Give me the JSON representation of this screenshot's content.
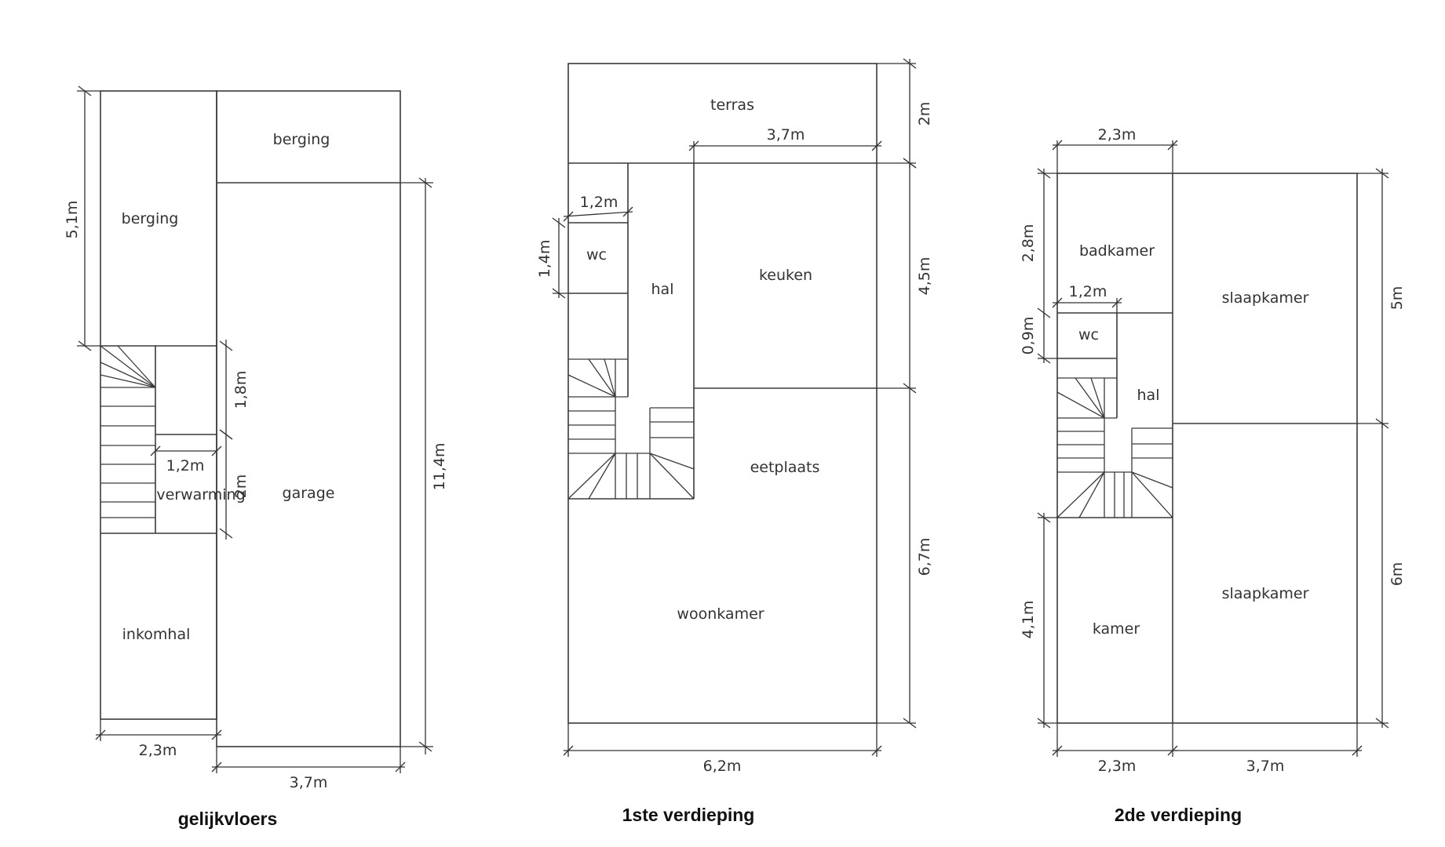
{
  "floors": {
    "ground": {
      "caption": "gelijkvloers",
      "rooms": {
        "berging_top": "berging",
        "berging_left": "berging",
        "verwarming": "verwarming",
        "garage": "garage",
        "inkomhal": "inkomhal"
      },
      "dims": {
        "height_berging": "5,1m",
        "height_stair_top": "1,8m",
        "width_verwarming": "1,2m",
        "height_verwarming": "2m",
        "height_total": "11,4m",
        "width_left": "2,3m",
        "width_garage": "3,7m"
      }
    },
    "first": {
      "caption": "1ste verdieping",
      "rooms": {
        "terras": "terras",
        "wc": "wc",
        "hal": "hal",
        "keuken": "keuken",
        "eetplaats": "eetplaats",
        "woonkamer": "woonkamer"
      },
      "dims": {
        "height_terras": "2m",
        "width_keuken": "3,7m",
        "width_wc": "1,2m",
        "height_wc": "1,4m",
        "height_keuken": "4,5m",
        "height_woon": "6,7m",
        "width_total": "6,2m"
      }
    },
    "second": {
      "caption": "2de verdieping",
      "rooms": {
        "badkamer": "badkamer",
        "wc": "wc",
        "hal": "hal",
        "slaapkamer_top": "slaapkamer",
        "slaapkamer_bottom": "slaapkamer",
        "kamer": "kamer"
      },
      "dims": {
        "width_badkamer": "2,3m",
        "height_badkamer": "2,8m",
        "width_wc": "1,2m",
        "height_wc": "0,9m",
        "height_slaap_top": "5m",
        "height_slaap_bottom": "6m",
        "height_kamer": "4,1m",
        "width_left": "2,3m",
        "width_right": "3,7m"
      }
    }
  }
}
